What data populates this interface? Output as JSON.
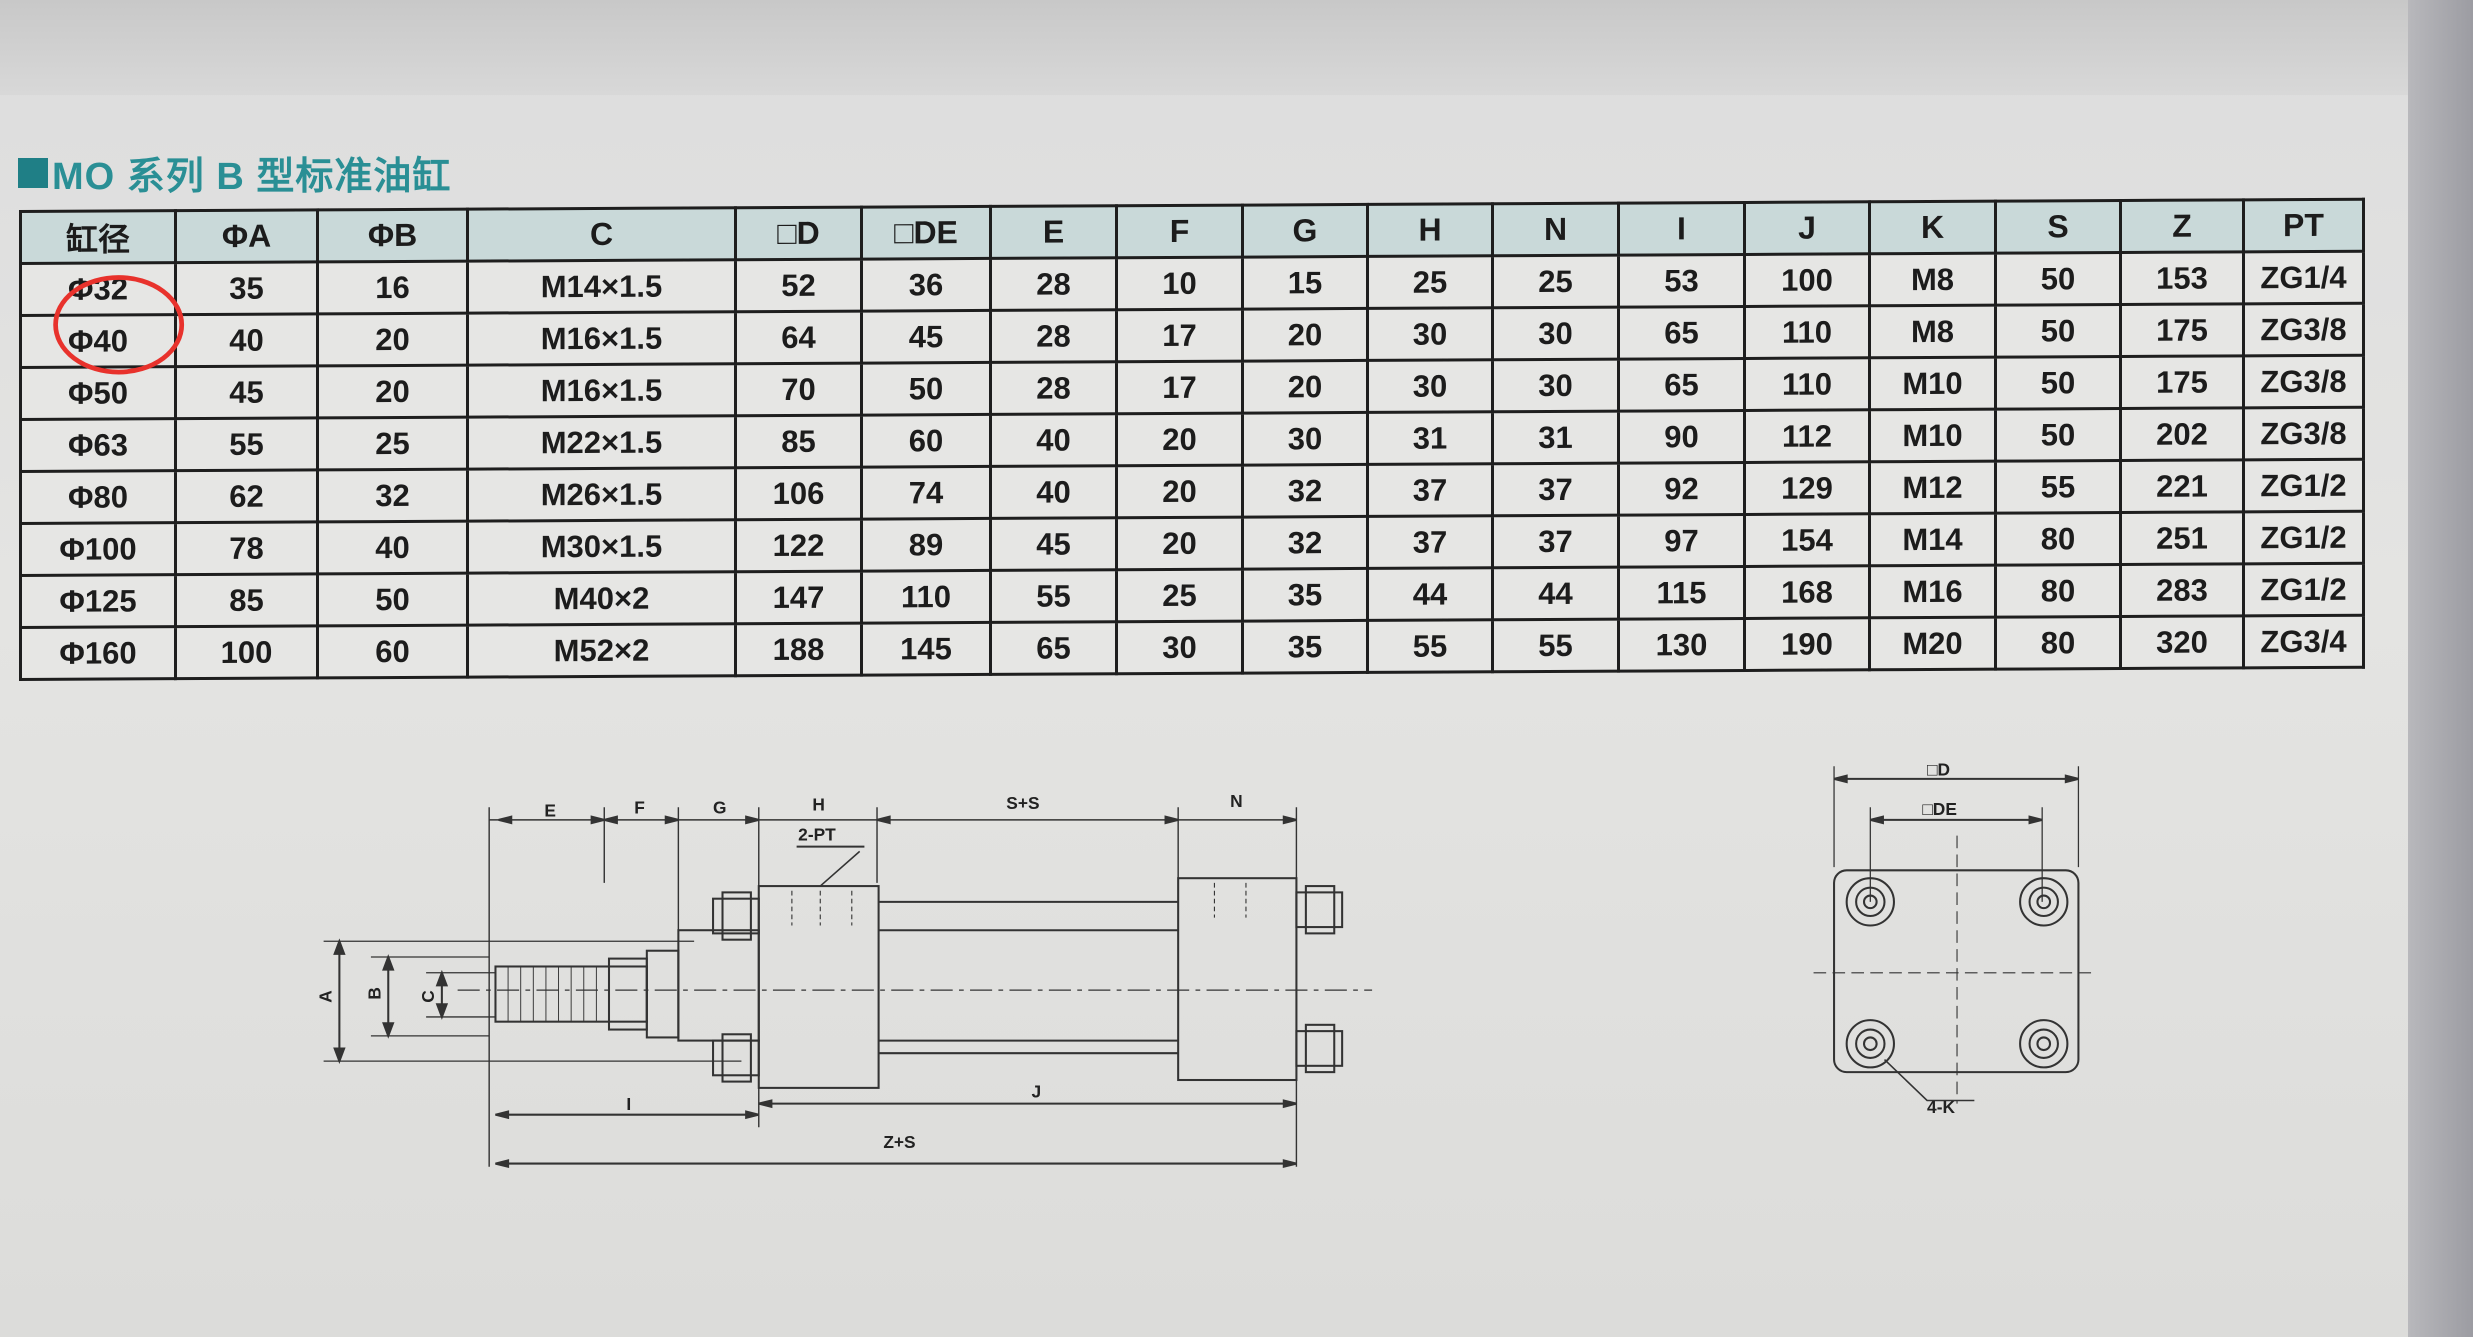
{
  "title": "MO 系列 B 型标准油缸",
  "table": {
    "headers": [
      "缸径",
      "ΦA",
      "ΦB",
      "C",
      "□D",
      "□DE",
      "E",
      "F",
      "G",
      "H",
      "N",
      "I",
      "J",
      "K",
      "S",
      "Z",
      "PT"
    ],
    "rows": [
      [
        "Φ32",
        "35",
        "16",
        "M14×1.5",
        "52",
        "36",
        "28",
        "10",
        "15",
        "25",
        "25",
        "53",
        "100",
        "M8",
        "50",
        "153",
        "ZG1/4"
      ],
      [
        "Φ40",
        "40",
        "20",
        "M16×1.5",
        "64",
        "45",
        "28",
        "17",
        "20",
        "30",
        "30",
        "65",
        "110",
        "M8",
        "50",
        "175",
        "ZG3/8"
      ],
      [
        "Φ50",
        "45",
        "20",
        "M16×1.5",
        "70",
        "50",
        "28",
        "17",
        "20",
        "30",
        "30",
        "65",
        "110",
        "M10",
        "50",
        "175",
        "ZG3/8"
      ],
      [
        "Φ63",
        "55",
        "25",
        "M22×1.5",
        "85",
        "60",
        "40",
        "20",
        "30",
        "31",
        "31",
        "90",
        "112",
        "M10",
        "50",
        "202",
        "ZG3/8"
      ],
      [
        "Φ80",
        "62",
        "32",
        "M26×1.5",
        "106",
        "74",
        "40",
        "20",
        "32",
        "37",
        "37",
        "92",
        "129",
        "M12",
        "55",
        "221",
        "ZG1/2"
      ],
      [
        "Φ100",
        "78",
        "40",
        "M30×1.5",
        "122",
        "89",
        "45",
        "20",
        "32",
        "37",
        "37",
        "97",
        "154",
        "M14",
        "80",
        "251",
        "ZG1/2"
      ],
      [
        "Φ125",
        "85",
        "50",
        "M40×2",
        "147",
        "110",
        "55",
        "25",
        "35",
        "44",
        "44",
        "115",
        "168",
        "M16",
        "80",
        "283",
        "ZG1/2"
      ],
      [
        "Φ160",
        "100",
        "60",
        "M52×2",
        "188",
        "145",
        "65",
        "30",
        "35",
        "55",
        "55",
        "130",
        "190",
        "M20",
        "80",
        "320",
        "ZG3/4"
      ]
    ]
  },
  "highlight": {
    "row": "Φ40",
    "color": "#e8322c"
  },
  "side_view": {
    "E": "E",
    "F": "F",
    "G": "G",
    "H": "H",
    "pt": "2-PT",
    "ss": "S+S",
    "N": "N",
    "A": "A",
    "B": "B",
    "C": "C",
    "I": "I",
    "J": "J",
    "zs": "Z+S"
  },
  "end_view": {
    "D": "□D",
    "DE": "□DE",
    "K": "4-K"
  }
}
